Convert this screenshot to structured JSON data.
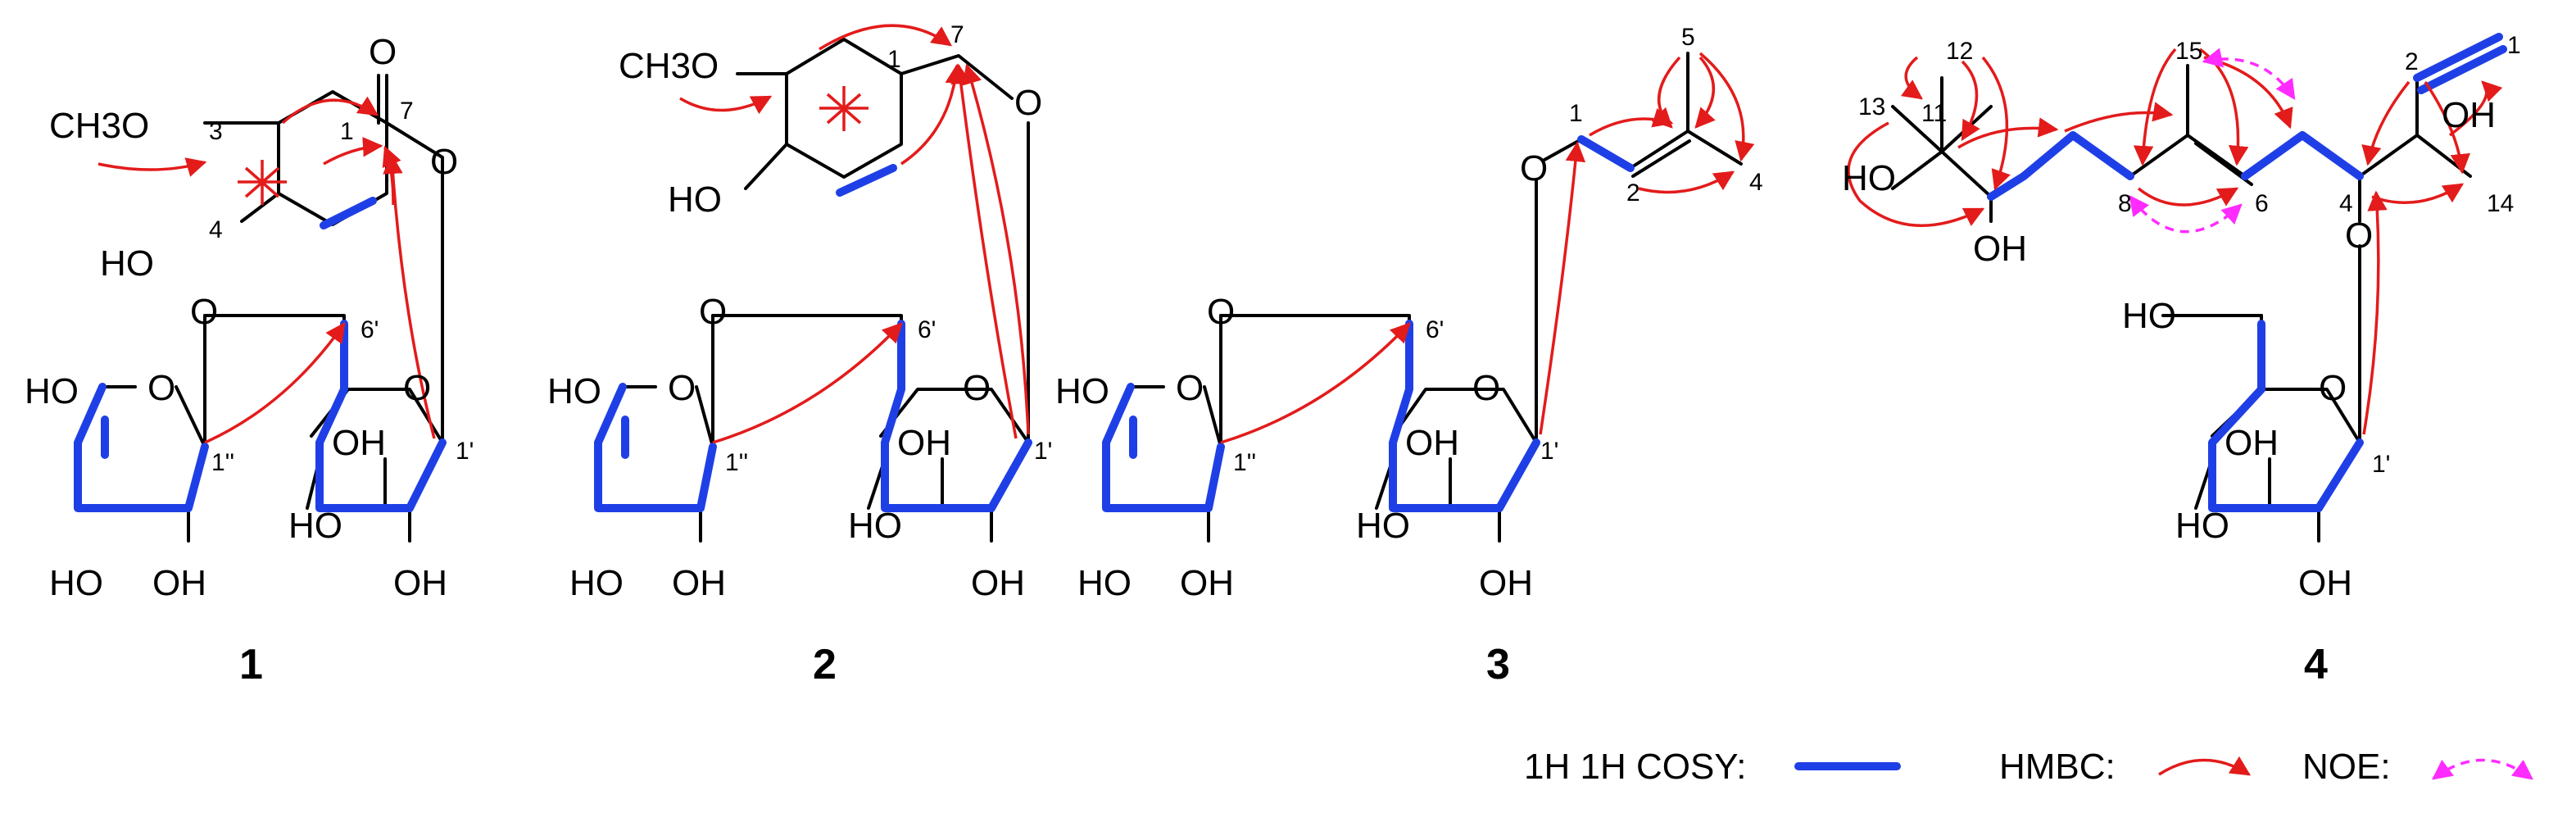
{
  "atoms": {
    "ch3o": "CH3O",
    "ho": "HO",
    "oh": "OH",
    "o": "O"
  },
  "compounds": [
    {
      "id": "1",
      "labels": {
        "c1": "1",
        "c3": "3",
        "c4": "4",
        "c7": "7",
        "c6p": "6'",
        "c1p": "1'",
        "c1pp": "1''"
      }
    },
    {
      "id": "2",
      "labels": {
        "c1": "1",
        "c7": "7",
        "c6p": "6'",
        "c1p": "1'",
        "c1pp": "1''"
      }
    },
    {
      "id": "3",
      "labels": {
        "c1": "1",
        "c2": "2",
        "c4": "4",
        "c5": "5",
        "c6p": "6'",
        "c1p": "1'",
        "c1pp": "1''"
      }
    },
    {
      "id": "4",
      "labels": {
        "c1": "1",
        "c2": "2",
        "c4": "4",
        "c6": "6",
        "c8": "8",
        "c11": "11",
        "c12": "12",
        "c13": "13",
        "c14": "14",
        "c15": "15",
        "c1p": "1'"
      }
    }
  ],
  "legend": {
    "cosy": "1H 1H COSY:",
    "hmbc": "HMBC:",
    "noe": "NOE:"
  },
  "colors": {
    "cosy": "#1f3fe6",
    "hmbc": "#e31b1b",
    "noe": "#ff2bff",
    "bond": "#000000"
  }
}
